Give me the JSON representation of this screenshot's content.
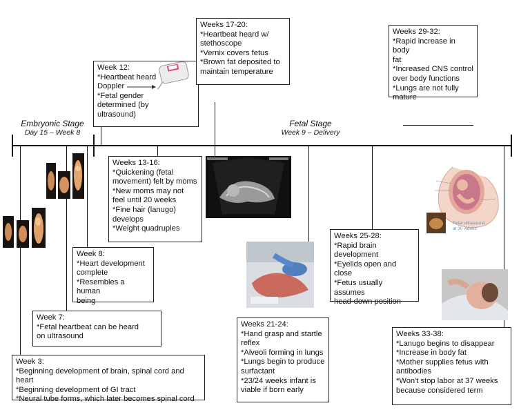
{
  "stages": {
    "embryonic": {
      "name": "Embryonic Stage",
      "range": "Day 15 – Week 8"
    },
    "fetal": {
      "name": "Fetal Stage",
      "range": "Week 9 – Delivery"
    }
  },
  "boxes": {
    "w3": {
      "title": "Week 3:",
      "lines": [
        "*Beginning development of brain, spinal cord and heart",
        "*Beginning development of GI tract",
        "*Neural tube forms, which later becomes spinal cord"
      ]
    },
    "w7": {
      "title": "Week 7:",
      "lines": [
        "*Fetal heartbeat can be heard\non ultrasound"
      ]
    },
    "w8": {
      "title": "Week 8:",
      "lines": [
        "*Heart development\ncomplete",
        "*Resembles a human\nbeing"
      ]
    },
    "w12": {
      "title": "Week 12:",
      "lines": [
        "*Heartbeat heard",
        "Doppler",
        "*Fetal gender\ndetermined (by\nultrasound)"
      ]
    },
    "w13": {
      "title": "Weeks 13-16:",
      "lines": [
        "*Quickening (fetal\nmovement) felt by moms",
        "*New moms may not\nfeel until 20 weeks",
        "*Fine hair (lanugo)\ndevelops",
        "*Weight quadruples"
      ]
    },
    "w17": {
      "title": "Weeks 17-20:",
      "lines": [
        "*Heartbeat heard w/\nstethoscope",
        "*Vernix covers fetus",
        "*Brown fat deposited to\nmaintain temperature"
      ]
    },
    "w21": {
      "title": "Weeks 21-24:",
      "lines": [
        "*Hand grasp and startle\nreflex",
        "*Alveoli forming in lungs",
        "*Lungs begin to produce\nsurfactant",
        "*23/24 weeks infant is\nviable if born early"
      ]
    },
    "w25": {
      "title": "Weeks 25-28:",
      "lines": [
        "*Rapid brain\ndevelopment",
        "*Eyelids open and close",
        "*Fetus usually assumes\nhead-down position"
      ]
    },
    "w29": {
      "title": "Weeks 29-32:",
      "lines": [
        "*Rapid increase in body\nfat",
        "*Increased CNS control\nover body functions",
        "*Lungs are not fully\nmature"
      ]
    },
    "w33": {
      "title": "Weeks 33-38:",
      "lines": [
        "*Lanugo begins to disappear",
        "*Increase in body fat",
        "*Mother supplies fetus with\nantibodies",
        "*Won't stop labor at 37 weeks\nbecause considered term"
      ]
    }
  },
  "figure_caption": "Fetal ultrasound\nat 30 weeks",
  "colors": {
    "line": "#111111",
    "box_border": "#222222",
    "ultrasound_bg": "#101010",
    "skin": "#e9b9a4"
  }
}
